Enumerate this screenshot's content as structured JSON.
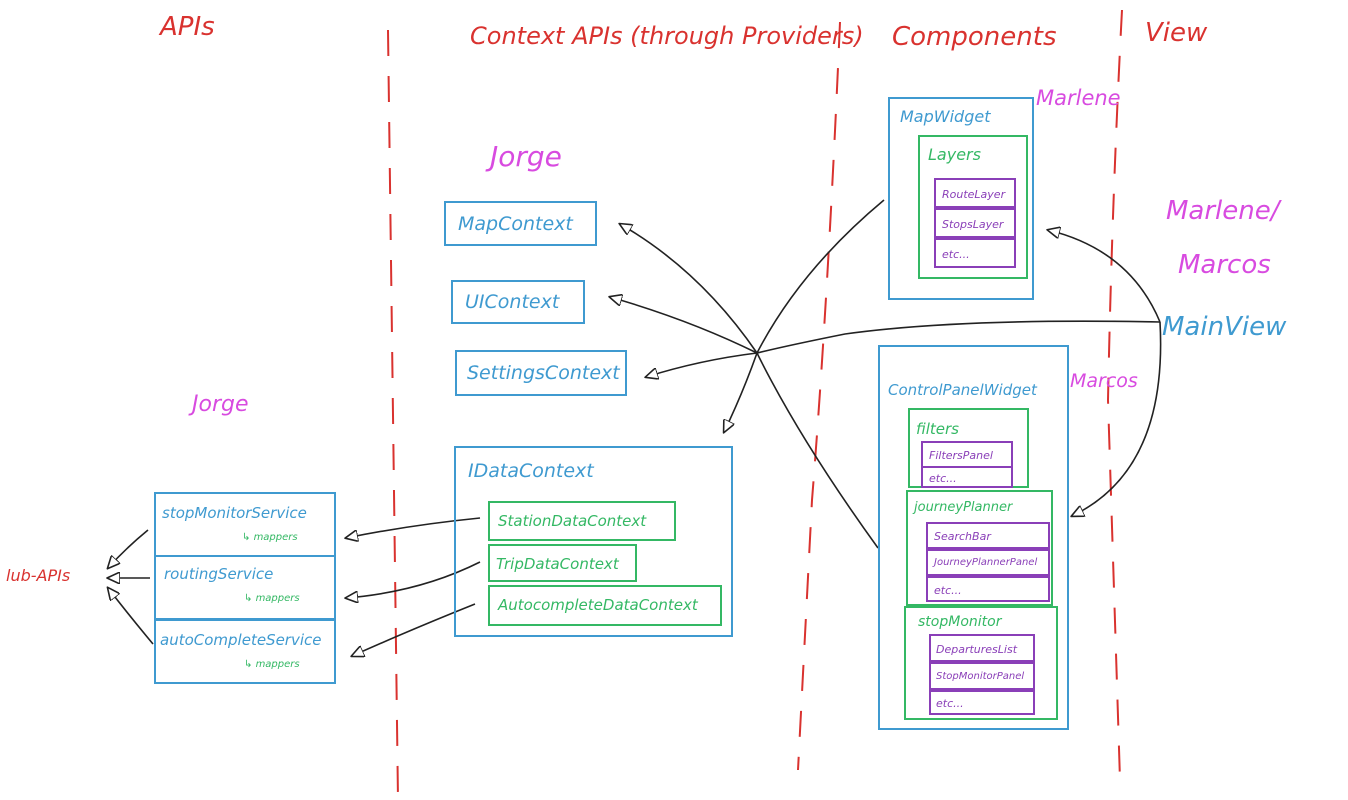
{
  "columns": {
    "apis": "APIs",
    "context_apis": "Context APIs (through Providers)",
    "components": "Components",
    "view": "View"
  },
  "owners": {
    "jorge_top": "Jorge",
    "jorge_left": "Jorge",
    "marlene": "Marlene",
    "marlene_marcos_1": "Marlene/",
    "marlene_marcos_2": "Marcos",
    "marcos": "Marcos"
  },
  "contexts": {
    "map": "MapContext",
    "ui": "UIContext",
    "settings": "SettingsContext",
    "idata": "IDataContext",
    "station": "StationDataContext",
    "trip": "TripDataContext",
    "autocomplete": "AutocompleteDataContext"
  },
  "services": {
    "stop_monitor": "stopMonitorService",
    "routing": "routingService",
    "autocomplete": "autoCompleteService",
    "mappers": "mappers",
    "lub_apis": "lub-APIs"
  },
  "components": {
    "map_widget": "MapWidget",
    "layers": "Layers",
    "route_layer": "RouteLayer",
    "stops_layer": "StopsLayer",
    "etc": "etc...",
    "control_panel": "ControlPanelWidget",
    "filters": "filters",
    "filters_panel": "FiltersPanel",
    "journey_planner": "journeyPlanner",
    "search_bar": "SearchBar",
    "journey_planner_panel": "JourneyPlannerPanel",
    "stop_monitor": "stopMonitor",
    "departures_list": "DeparturesList",
    "stop_monitor_panel": "StopMonitorPanel"
  },
  "view": {
    "main_view": "MainView"
  },
  "colors": {
    "column_label": "#d9322f",
    "context_box": "#3f9ad0",
    "sub_context": "#34b864",
    "component_leaf": "#8a3fb8",
    "owner": "#d84be0",
    "arrow": "#222222"
  }
}
